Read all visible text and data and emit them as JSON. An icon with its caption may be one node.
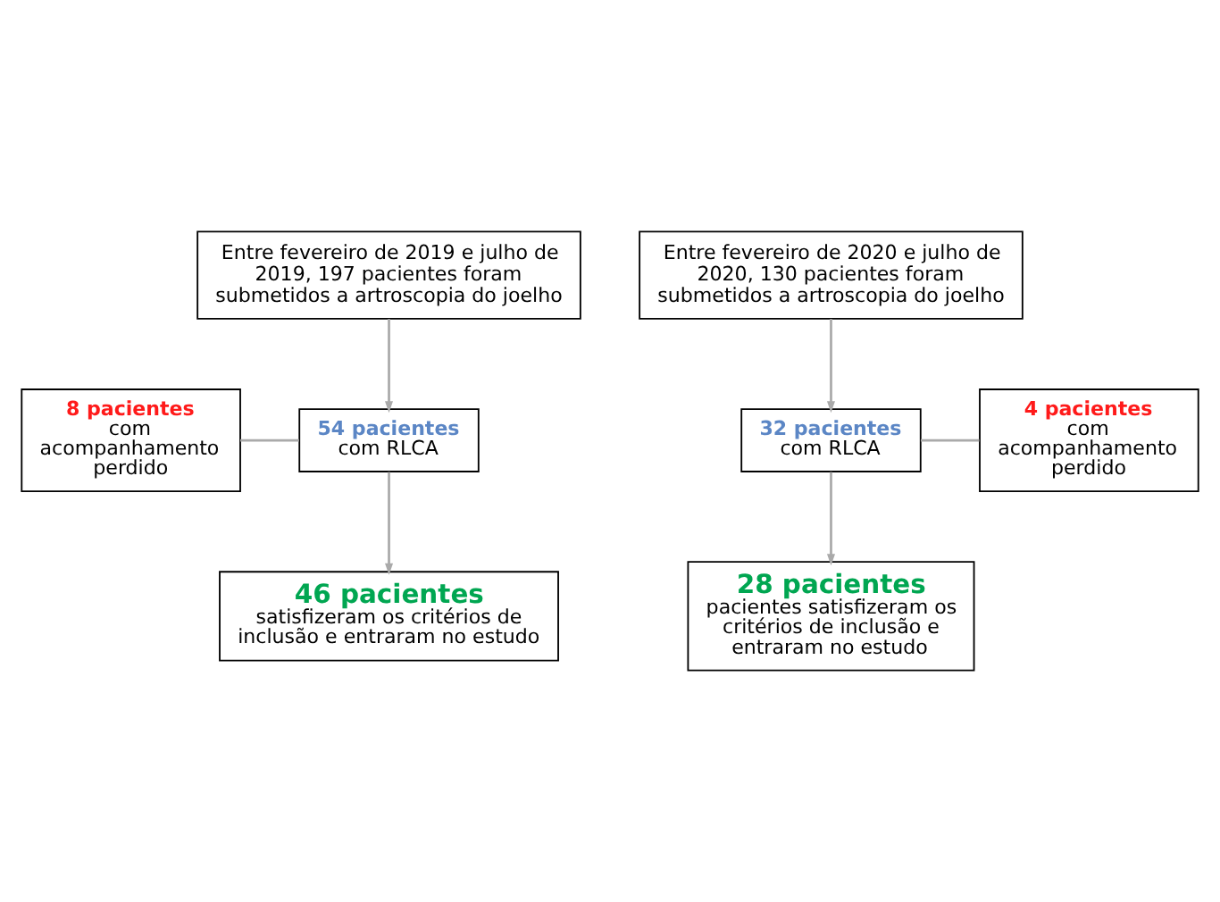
{
  "diagram": {
    "nodes": [
      {
        "text": [
          "Entre fevereiro de 2019 e julho de 2019, 197 pacientes foram submetidos a artroscopia do joelho"
        ]
      },
      {
        "text": [
          "Entre fevereiro de 2020 e julho de 2020, 130 pacientes foram submetidos a artroscopia do joelho"
        ]
      },
      {
        "text": [
          "**8 pacientes** com acompanhamento perdido"
        ]
      },
      {
        "text": [
          "**54 pacientes** com RLCA"
        ]
      },
      {
        "text": [
          "**32 pacientes** com RLCA"
        ]
      },
      {
        "text": [
          "**4 pacientes** com acompanhamento perdido"
        ]
      },
      {
        "text": [
          "46 pacientes",
          "satisfizeram os critérios de inclusão e entraram no estudo"
        ]
      },
      {
        "text": [
          "28 pacientes",
          "pacientes satisfizeram os critérios de inclusão e entraram no estudo"
        ]
      }
    ],
    "edges": [
      {
        "from": 0,
        "to": 3,
        "arrow": "to"
      },
      {
        "from": 1,
        "to": 4,
        "arrow": "to"
      },
      {
        "from": 2,
        "to": 3,
        "arrow": "none"
      },
      {
        "from": 4,
        "to": 5,
        "arrow": "none"
      },
      {
        "from": 3,
        "to": 6,
        "arrow": "to"
      },
      {
        "from": 4,
        "to": 7,
        "arrow": "to"
      }
    ]
  }
}
